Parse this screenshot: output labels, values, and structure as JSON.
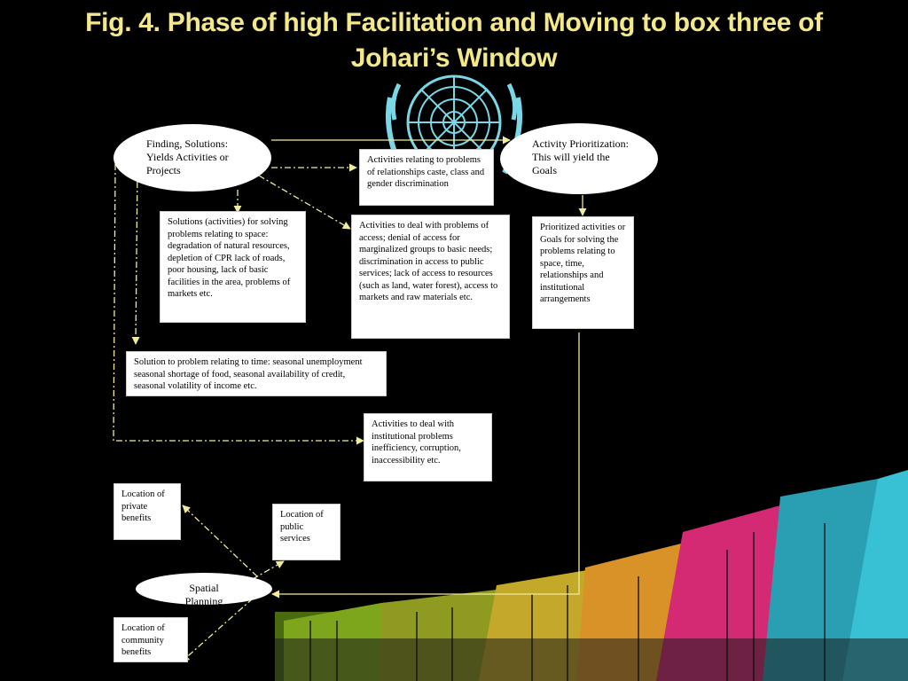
{
  "title": {
    "line1": "Fig. 4.  Phase of high Facilitation and Moving to box three of",
    "line2": "Johari’s Window"
  },
  "nodes": {
    "finding": "Finding, Solutions: Yields Activities or Projects",
    "prioritization": "Activity Prioritization: This will yield the Goals",
    "relationships": "Activities relating to problems of relationships caste, class and gender discrimination",
    "space": "Solutions (activities) for solving problems relating to space: degradation of natural resources, depletion of CPR lack of roads, poor housing, lack of basic facilities in the area, problems of markets etc.",
    "access": "Activities to deal with problems of access; denial of access for marginalized groups to basic needs; discrimination in access to public services; lack of access to resources (such as land, water forest), access to markets and raw materials etc.",
    "goals": "Prioritized activities or Goals for solving the problems relating to space, time, relationships and institutional arrangements",
    "time": "Solution to problem relating to time: seasonal unemployment seasonal shortage of food, seasonal availability of credit, seasonal volatility of income etc.",
    "institutional": "Activities to deal with institutional problems inefficiency, corruption, inaccessibility etc.",
    "private": "Location of private benefits",
    "public": "Location of public services",
    "spatial": "Spatial Planning",
    "community": "Location of community benefits"
  },
  "colors": {
    "title": "#f4e98a",
    "connector": "#f0ec9a",
    "emblem": "#79d7e6",
    "roof_green": "#9ccc3c",
    "roof_yellow": "#d8c440",
    "roof_orange": "#e0a020",
    "roof_magenta": "#e0307a",
    "roof_cyan": "#3cb8cc"
  },
  "icons": {
    "emblem": "un-emblem-icon",
    "building": "building-photo"
  }
}
